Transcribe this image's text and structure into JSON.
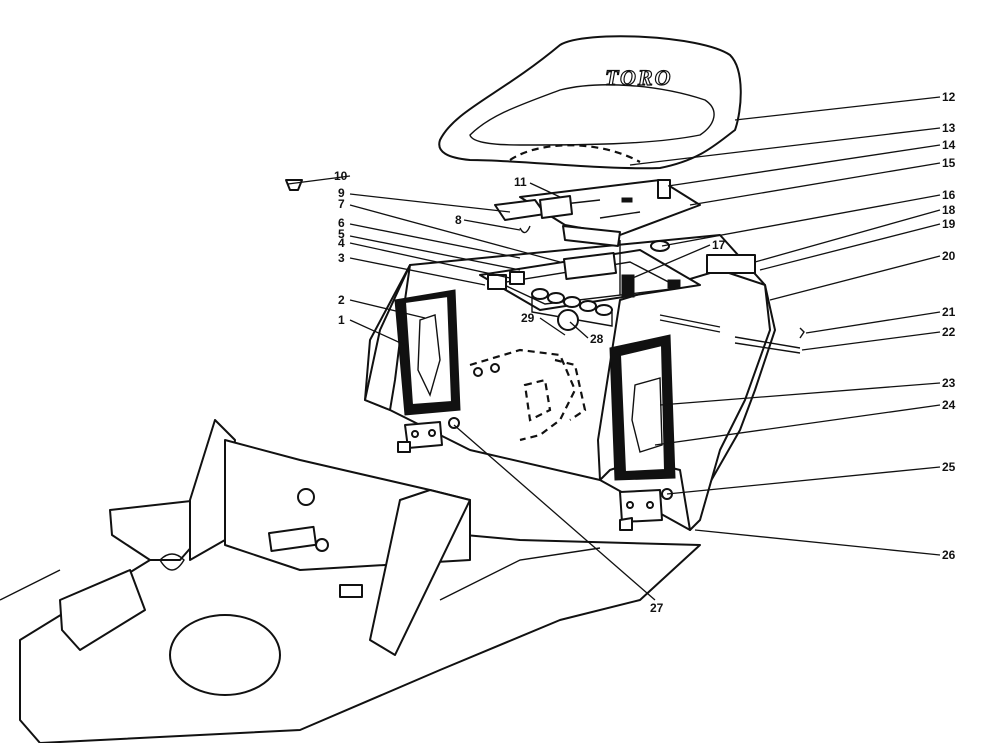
{
  "diagram": {
    "brand_text": "TORO",
    "callouts": [
      "1",
      "2",
      "3",
      "4",
      "5",
      "6",
      "7",
      "8",
      "9",
      "10",
      "11",
      "12",
      "13",
      "14",
      "15",
      "16",
      "17",
      "18",
      "19",
      "20",
      "21",
      "22",
      "23",
      "24",
      "25",
      "26",
      "27",
      "28",
      "29"
    ]
  }
}
